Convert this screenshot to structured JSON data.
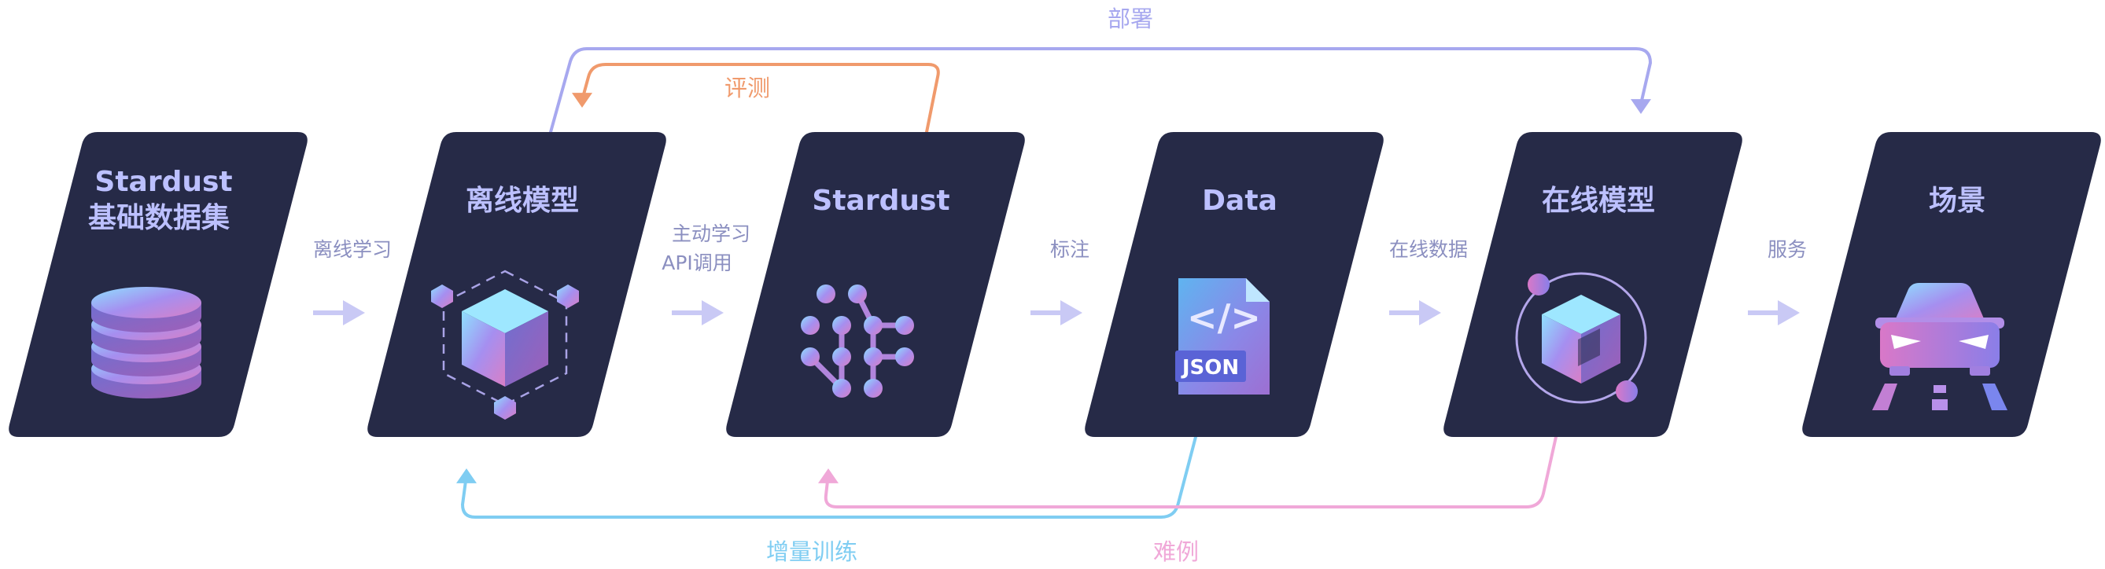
{
  "colors": {
    "card": "#262a47",
    "deploy": "#a7a8ef",
    "evaluate": "#f09a6c",
    "incremental_training": "#7fcdf2",
    "hard_cases": "#f0a8d8",
    "forward_arrow": "#c9c9f5",
    "edge_label": "#8b8fc0",
    "card_title": "#bcc0ff"
  },
  "nodes": [
    {
      "id": "dataset",
      "title_lines": [
        "Stardust",
        "基础数据集"
      ],
      "icon": "database-stack-icon"
    },
    {
      "id": "offline",
      "title_lines": [
        "离线模型"
      ],
      "icon": "cube-network-icon"
    },
    {
      "id": "stardust",
      "title_lines": [
        "Stardust"
      ],
      "icon": "neural-dots-icon"
    },
    {
      "id": "data",
      "title_lines": [
        "Data"
      ],
      "icon": "json-file-icon"
    },
    {
      "id": "online",
      "title_lines": [
        "在线模型"
      ],
      "icon": "orbit-cube-icon"
    },
    {
      "id": "scene",
      "title_lines": [
        "场景"
      ],
      "icon": "car-icon"
    }
  ],
  "edges": [
    {
      "from": "dataset",
      "to": "offline",
      "label_lines": [
        "离线学习"
      ]
    },
    {
      "from": "offline",
      "to": "stardust",
      "label_lines": [
        "主动学习",
        "API调用"
      ]
    },
    {
      "from": "stardust",
      "to": "data",
      "label_lines": [
        "标注"
      ]
    },
    {
      "from": "data",
      "to": "online",
      "label_lines": [
        "在线数据"
      ]
    },
    {
      "from": "online",
      "to": "scene",
      "label_lines": [
        "服务"
      ]
    }
  ],
  "loops": {
    "deploy": "部署",
    "evaluate": "评测",
    "incremental_training": "增量训练",
    "hard_cases": "难例"
  },
  "json_badge": "JSON",
  "code_glyph": "</>"
}
